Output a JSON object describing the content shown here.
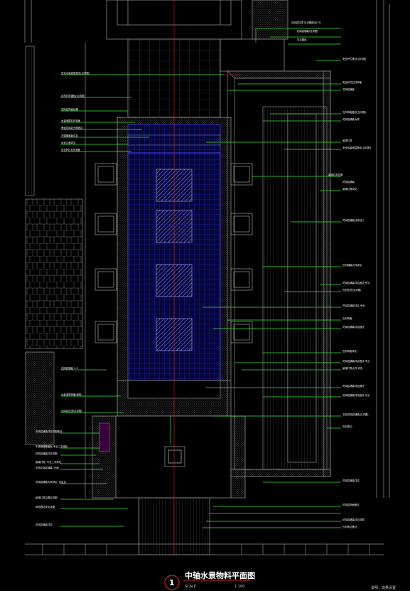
{
  "title": "中轴水景物料平面图",
  "drawing_number": "1",
  "scale_label": "SCALE",
  "scale_value": "1:100",
  "note_text": "说明：流量设置",
  "colors": {
    "background": "#000000",
    "leader": "#39e639",
    "grid_blue": "#2323c8",
    "white": "#ffffff",
    "red": "#d02020",
    "gray": "#8a8a8a",
    "magenta": "#c030c0"
  },
  "left_labels": [
    "安全水景面层做法(见详图)",
    "自然石材铺贴(见详图)",
    "花岗岩饰面处理",
    "水景池壁石材饰面",
    "黑色花岗岩光面收边",
    "不锈钢盖板详见",
    "水池立面详见",
    "安全护栏石材基座",
    "花岗岩铺装 2-3",
    "水景池底饰面(深色)",
    "花岗岩压顶(见详图)",
    "花岗岩铺装详见详图做法",
    "不锈钢格栅盖板 专业二次深化",
    "花岗岩铺装详见详图",
    "景观灯具, 专业二次深化",
    "灰色花岗岩铺装, 光面",
    "花岗岩铺装大样详见, 见后页",
    "景观灯具位置见详图",
    "树池做法详见详图",
    "花岗岩铺装详见"
  ],
  "right_labels": [
    "花岗岩压顶 见详图做法(TS)",
    "花岗岩铺装(见详图)",
    "详见图纸",
    "安全护栏做法(见详图)",
    "安全护栏石材饰面",
    "花岗岩铺装",
    "石材饰面做法(见详图)",
    "花岗岩铺装大样",
    "景观灯具",
    "安全水景面层做法(见详图)",
    "景观灯具位置",
    "花岗岩铺装",
    "景观灯具详见",
    "花岗岩铺装(深灰色)",
    "石材铺装大样详见",
    "花岗岩铺装详见做法 专业",
    "石材压顶(见详图)",
    "花岗岩铺装详见 专业",
    "石材饰面",
    "花岗岩铺装详见做法",
    "石材饰面详见",
    "花岗岩铺装详见做法 专业",
    "景观灯具大样 详见",
    "花岗岩铺装详见做法",
    "花岗岩铺装详见做法 专业",
    "灰色花岗岩铺装(见详图)",
    "石材收边",
    "花岗岩铺装详见",
    "花岗岩饰面做法",
    "花岗岩铺装详见详图",
    "石材收边做法"
  ]
}
